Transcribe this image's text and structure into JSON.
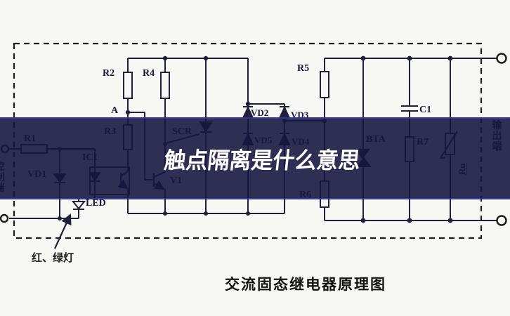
{
  "diagram": {
    "title": "交流固态继电器原理图",
    "watermark_text": "触点隔离是什么意思",
    "control_side_label": "控制端",
    "output_side_label": "输出端",
    "indicator_note": "红、绿灯",
    "node_label": "A"
  },
  "components": {
    "r1": "R1",
    "r2": "R2",
    "r3": "R3",
    "r4": "R4",
    "r5": "R5",
    "r6": "R6",
    "r7": "R7",
    "c1": "C1",
    "ru": "Ru",
    "vd1": "VD1",
    "vd2": "VD2",
    "vd3": "VD3",
    "vd4": "VD4",
    "vd5": "VD5",
    "scr": "SCR",
    "bta": "BTA",
    "ic1": "IC1",
    "v1": "V1",
    "led": "LED"
  },
  "colors": {
    "background": "#f7f7f4",
    "line": "#20203a",
    "watermark_band": "rgba(23,23,64,0.89)",
    "watermark_text": "#ffffff",
    "band_edge": "#4040d0"
  }
}
